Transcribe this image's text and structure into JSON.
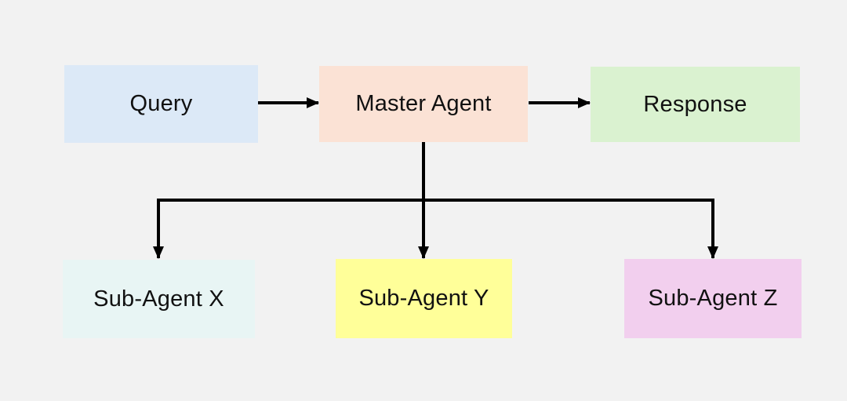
{
  "nodes": {
    "query": {
      "label": "Query",
      "color": "#dce9f7"
    },
    "master": {
      "label": "Master Agent",
      "color": "#fbe2d5"
    },
    "response": {
      "label": "Response",
      "color": "#daf2d0"
    },
    "sub_agent_x": {
      "label": "Sub-Agent X",
      "color": "#e8f5f4"
    },
    "sub_agent_y": {
      "label": "Sub-Agent Y",
      "color": "#ffff99"
    },
    "sub_agent_z": {
      "label": "Sub-Agent Z",
      "color": "#f2cfee"
    }
  },
  "edges": [
    {
      "from": "query",
      "to": "master"
    },
    {
      "from": "master",
      "to": "response"
    },
    {
      "from": "master",
      "to": "sub_agent_x"
    },
    {
      "from": "master",
      "to": "sub_agent_y"
    },
    {
      "from": "master",
      "to": "sub_agent_z"
    }
  ],
  "colors": {
    "background": "#f2f2f2",
    "connector": "#000000",
    "text": "#111111"
  }
}
